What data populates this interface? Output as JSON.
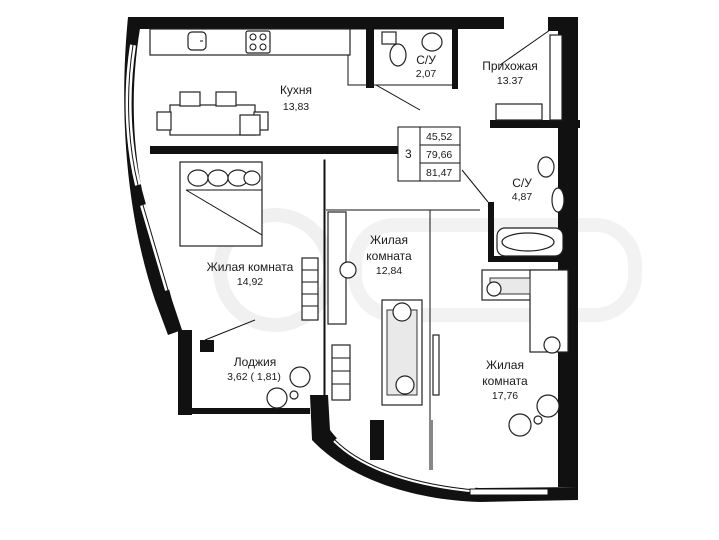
{
  "summary": {
    "rooms_count": "3",
    "area_living": "45,52",
    "area_total": "79,66",
    "area_with_loggia": "81,47"
  },
  "rooms": {
    "kitchen": {
      "name": "Кухня",
      "area": "13,83"
    },
    "bath_small": {
      "name": "С/У",
      "area": "2,07"
    },
    "hallway": {
      "name": "Прихожая",
      "area": "13.37"
    },
    "bath_large": {
      "name": "С/У",
      "area": "4,87"
    },
    "living1": {
      "name": "Жилая комната",
      "area": "14,92"
    },
    "living2": {
      "name_line1": "Жилая",
      "name_line2": "комната",
      "area": "12,84"
    },
    "living3": {
      "name_line1": "Жилая",
      "name_line2": "комната",
      "area": "17,76"
    },
    "loggia": {
      "name": "Лоджия",
      "area": "3,62 ( 1,81)"
    }
  }
}
